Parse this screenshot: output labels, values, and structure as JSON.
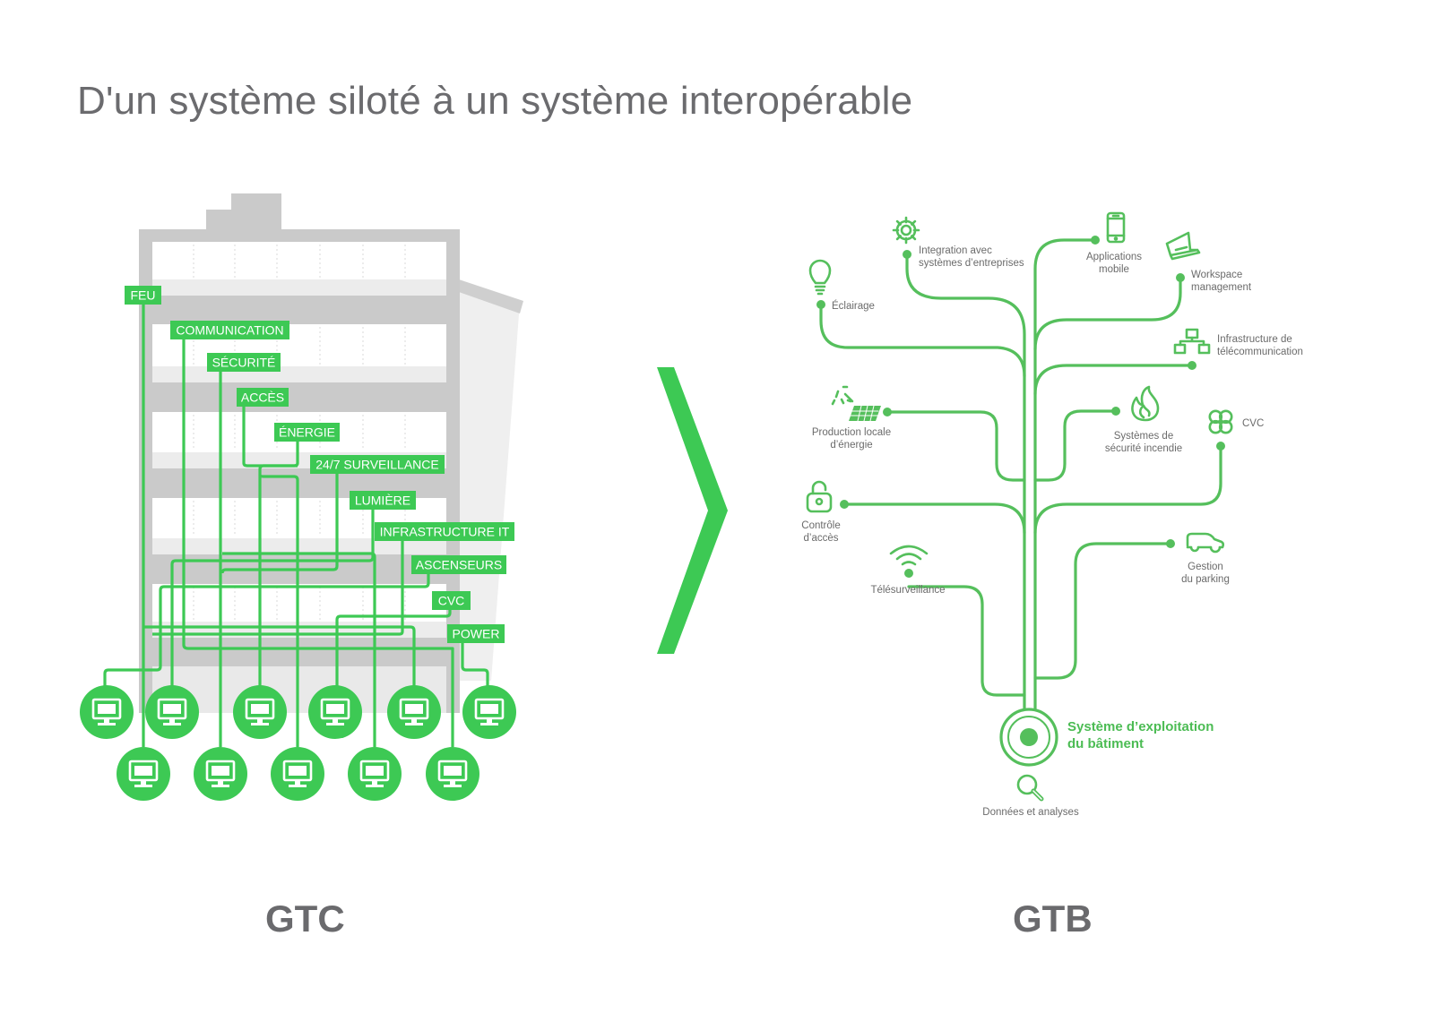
{
  "title": "D'un système siloté à un système interopérable",
  "colors": {
    "accent": "#3dc954",
    "line_green": "#55bf5c",
    "building_gray": "#cacaca",
    "floor_light": "#ececec",
    "text_gray": "#6b6b6e"
  },
  "gtc": {
    "label": "GTC",
    "tags": [
      "FEU",
      "COMMUNICATION",
      "SÉCURITÉ",
      "ACCÈS",
      "ÉNERGIE",
      "24/7 SURVEILLANCE",
      "LUMIÈRE",
      "INFRASTRUCTURE IT",
      "ASCENSEURS",
      "CVC",
      "POWER"
    ],
    "terminal_icon": "monitor-icon",
    "terminal_count": 11
  },
  "transition_icon": "chevron-right-icon",
  "gtb": {
    "label": "GTB",
    "core": {
      "line1": "Système d’exploitation",
      "line2": "du bâtiment"
    },
    "nodes": [
      {
        "id": "eclairage",
        "icon": "lightbulb-icon",
        "lines": [
          "Éclairage"
        ]
      },
      {
        "id": "integration",
        "icon": "gear-icon",
        "lines": [
          "Integration avec",
          "systèmes d’entreprises"
        ]
      },
      {
        "id": "applications",
        "icon": "smartphone-icon",
        "lines": [
          "Applications",
          "mobile"
        ]
      },
      {
        "id": "workspace",
        "icon": "laptop-icon",
        "lines": [
          "Workspace",
          "management"
        ]
      },
      {
        "id": "telecom",
        "icon": "network-icon",
        "lines": [
          "Infrastructure de",
          "télécommunication"
        ]
      },
      {
        "id": "production",
        "icon": "solar-panel-icon",
        "lines": [
          "Production locale",
          "d’énergie"
        ]
      },
      {
        "id": "incendie",
        "icon": "fire-icon",
        "lines": [
          "Systèmes de",
          "sécurité incendie"
        ]
      },
      {
        "id": "cvc",
        "icon": "fan-icon",
        "lines": [
          "CVC"
        ]
      },
      {
        "id": "controle",
        "icon": "unlock-icon",
        "lines": [
          "Contrôle",
          "d’accès"
        ]
      },
      {
        "id": "telesurveillance",
        "icon": "wifi-icon",
        "lines": [
          "Télésurveillance"
        ]
      },
      {
        "id": "parking",
        "icon": "car-icon",
        "lines": [
          "Gestion",
          "du parking"
        ]
      },
      {
        "id": "donnees",
        "icon": "magnifier-icon",
        "lines": [
          "Données et analyses"
        ]
      }
    ]
  }
}
